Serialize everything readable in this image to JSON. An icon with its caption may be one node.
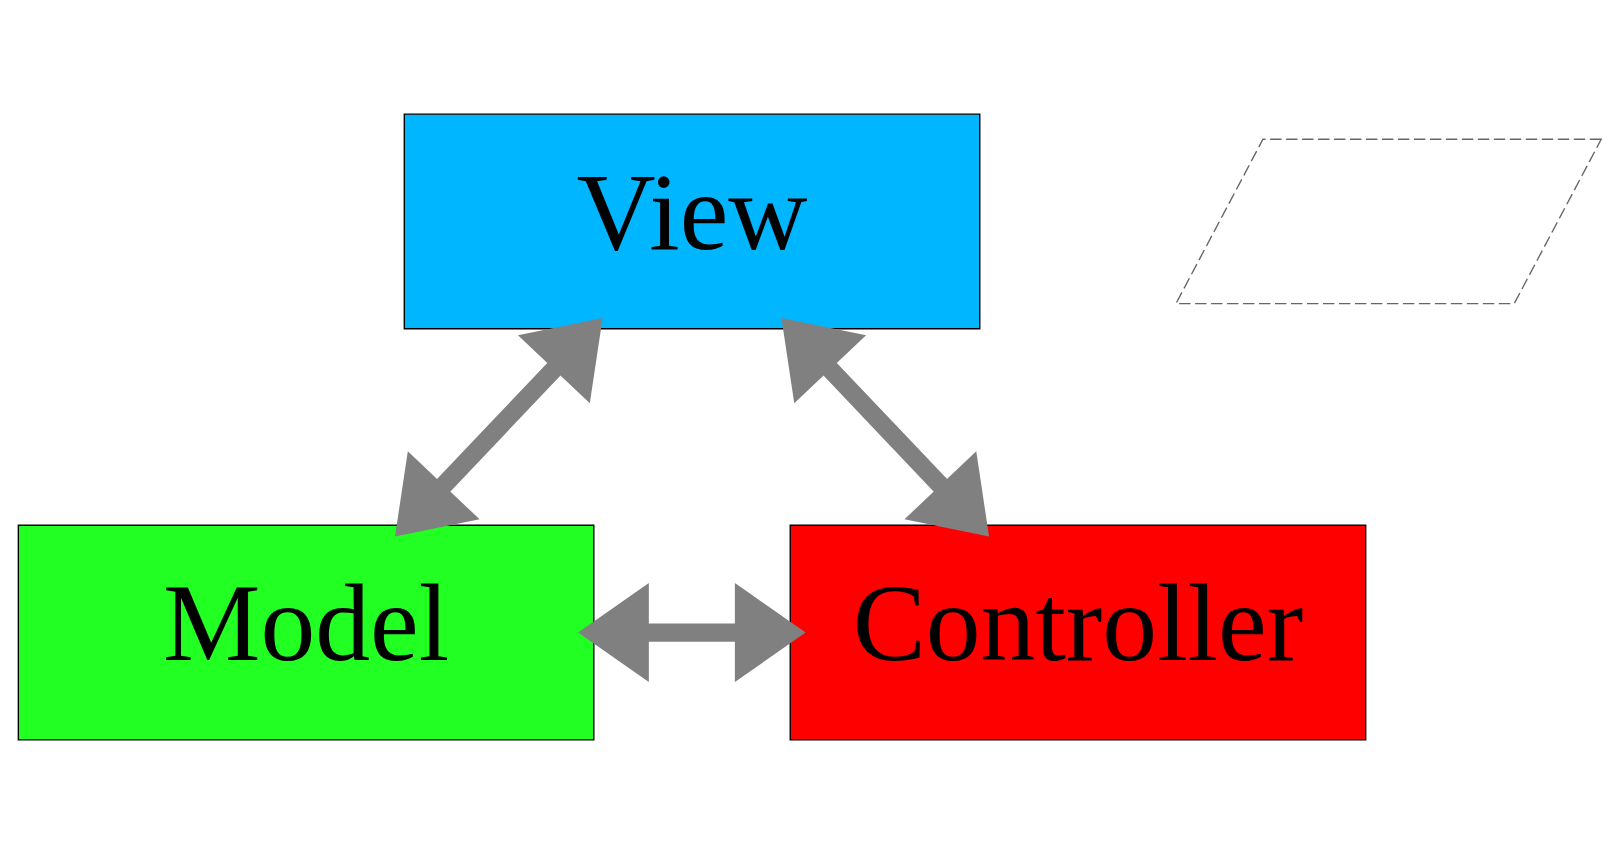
{
  "diagram": {
    "nodes": [
      {
        "text": [
          "View"
        ]
      },
      {
        "text": [
          "Model"
        ]
      },
      {
        "text": [
          "Controller"
        ]
      },
      {
        "text": [],
        "shape": "parallelogram"
      }
    ],
    "edges": [
      {
        "from": 0,
        "to": 1,
        "arrow": "both"
      },
      {
        "from": 0,
        "to": 2,
        "arrow": "both"
      },
      {
        "from": 1,
        "to": 2,
        "arrow": "both"
      }
    ]
  }
}
